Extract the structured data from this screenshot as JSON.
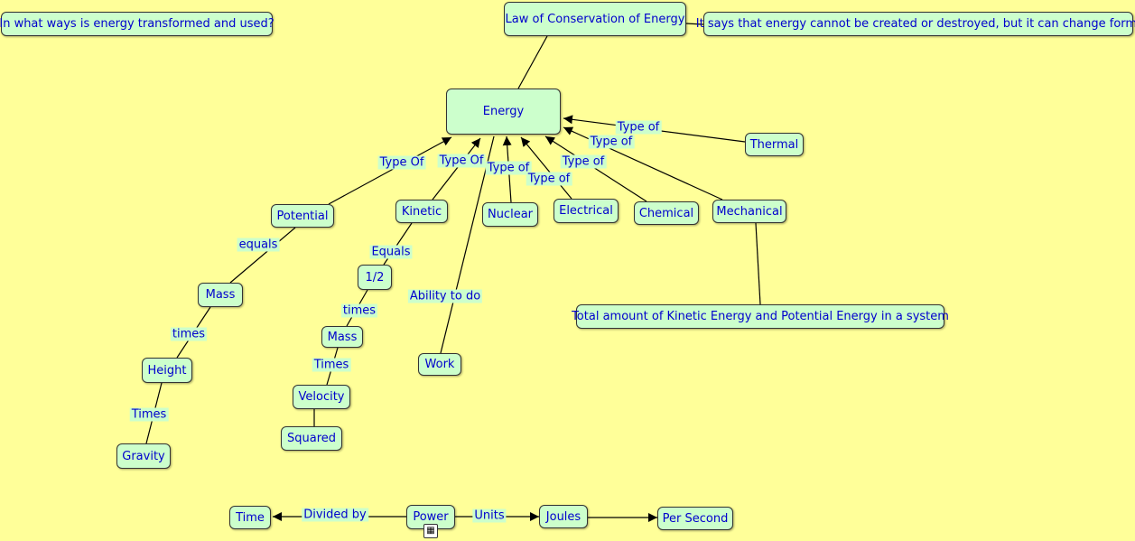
{
  "concepts": {
    "question": "In what ways is energy transformed and used?",
    "law": "Law of Conservation of Energy",
    "law_desc": "It says that energy cannot be created or destroyed, but it can change form.",
    "energy": "Energy",
    "thermal": "Thermal",
    "potential": "Potential",
    "kinetic": "Kinetic",
    "nuclear": "Nuclear",
    "electrical": "Electrical",
    "chemical": "Chemical",
    "mechanical": "Mechanical",
    "mech_desc": "Total amount of Kinetic Energy and Potential Energy in a system",
    "pot_mass": "Mass",
    "height": "Height",
    "gravity": "Gravity",
    "half": "1/2",
    "kin_mass": "Mass",
    "velocity": "Velocity",
    "squared": "Squared",
    "work": "Work",
    "time": "Time",
    "power": "Power",
    "joules": "Joules",
    "per_second": "Per Second"
  },
  "linking_phrases": {
    "thermal_type": "Type of",
    "mechanical_type": "Type of",
    "potential_type": "Type Of",
    "kinetic_type": "Type Of",
    "nuclear_type": "Type of",
    "chemical_type": "Type of",
    "electrical_type": "Type of",
    "potential_equals": "equals",
    "mass_times": "times",
    "height_times": "Times",
    "kinetic_equals": "Equals",
    "half_times": "times",
    "mass_times2": "Times",
    "ability": "Ability to do",
    "divided_by": "Divided by",
    "units": "Units"
  },
  "resource_icon": "resource-stack-icon"
}
